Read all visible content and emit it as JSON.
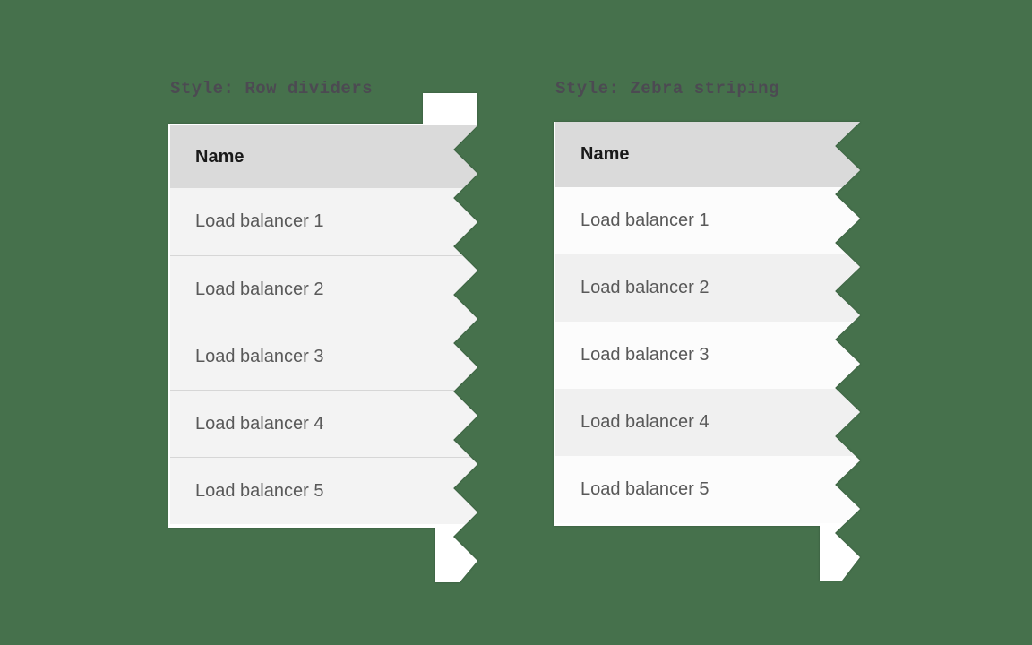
{
  "canvas": {
    "background_color": "#46714c",
    "description": "Two data-table style examples on torn-edge white sheets"
  },
  "colors": {
    "background": "#46714c",
    "sheet": "#ffffff",
    "header_bg": "#dadada",
    "row_bg": "#f3f3f3",
    "row_divider": "#d6d6d6",
    "zebra_light": "#fcfcfc",
    "zebra_dark": "#f0f0f0",
    "header_text": "#1a1a1a",
    "row_text": "#595959",
    "title_text": "#4c4a52"
  },
  "modules": [
    {
      "id": "row-dividers",
      "title": "Style: Row dividers",
      "header": "Name",
      "rows": [
        "Load balancer 1",
        "Load balancer 2",
        "Load balancer 3",
        "Load balancer 4",
        "Load balancer 5"
      ]
    },
    {
      "id": "zebra-striping",
      "title": "Style: Zebra striping",
      "header": "Name",
      "rows": [
        "Load balancer 1",
        "Load balancer 2",
        "Load balancer 3",
        "Load balancer 4",
        "Load balancer 5"
      ]
    }
  ]
}
